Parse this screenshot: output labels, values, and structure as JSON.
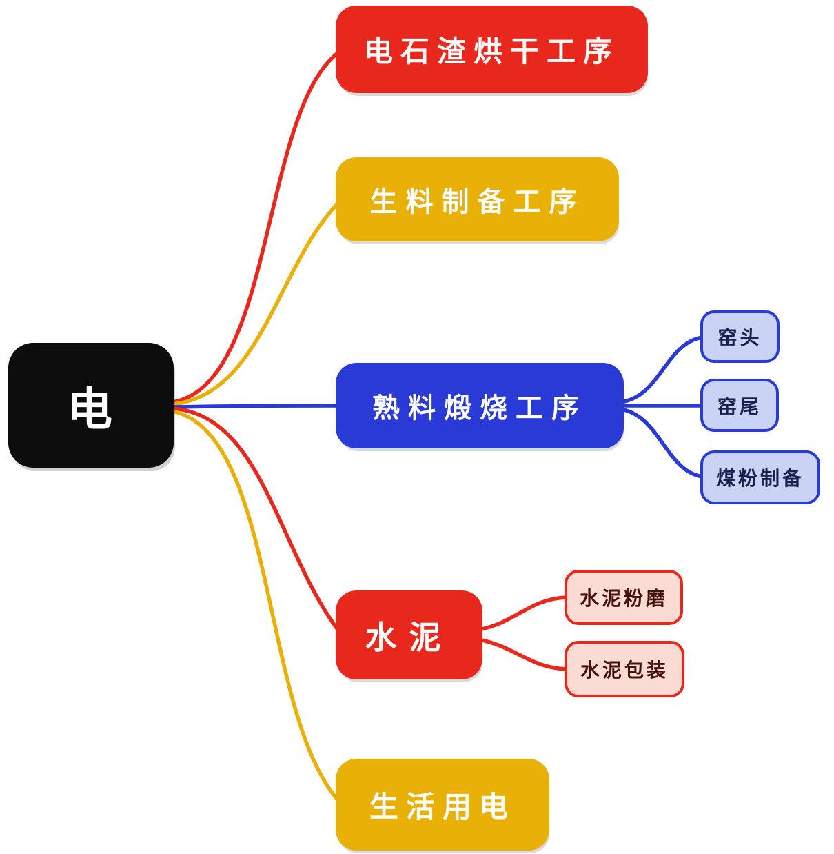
{
  "root": {
    "label": "电",
    "bg": "#0d0d0d",
    "text_color": "#ffffff"
  },
  "branches": [
    {
      "label": "电石渣烘干工序",
      "bg": "#e8281c",
      "text_color": "#ffffff",
      "line_color": "#e8281c"
    },
    {
      "label": "生料制备工序",
      "bg": "#e9b008",
      "text_color": "#ffffff",
      "line_color": "#e9b008"
    },
    {
      "label": "熟料煅烧工序",
      "bg": "#2a3ad6",
      "text_color": "#ffffff",
      "line_color": "#2a3ad6",
      "children": [
        {
          "label": "窑头",
          "bg": "#cbd3f4",
          "border": "#2a3ad6",
          "text_color": "#1b2050"
        },
        {
          "label": "窑尾",
          "bg": "#cbd3f4",
          "border": "#2a3ad6",
          "text_color": "#1b2050"
        },
        {
          "label": "煤粉制备",
          "bg": "#cbd3f4",
          "border": "#2a3ad6",
          "text_color": "#1b2050"
        }
      ]
    },
    {
      "label": "水泥",
      "bg": "#e8281c",
      "text_color": "#ffffff",
      "line_color": "#e8281c",
      "children": [
        {
          "label": "水泥粉磨",
          "bg": "#fadcd5",
          "border": "#e8281c",
          "text_color": "#46130c"
        },
        {
          "label": "水泥包装",
          "bg": "#fadcd5",
          "border": "#e8281c",
          "text_color": "#46130c"
        }
      ]
    },
    {
      "label": "生活用电",
      "bg": "#e9b008",
      "text_color": "#ffffff",
      "line_color": "#e9b008"
    }
  ]
}
